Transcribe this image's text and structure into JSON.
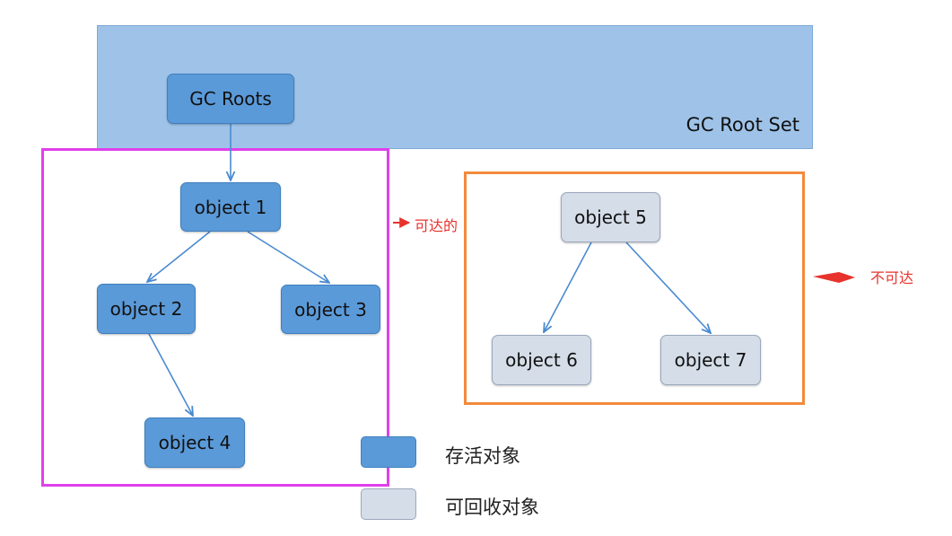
{
  "root_set": {
    "label": "GC Root Set"
  },
  "nodes": {
    "gc_roots": "GC Roots",
    "object1": "object 1",
    "object2": "object 2",
    "object3": "object 3",
    "object4": "object 4",
    "object5": "object 5",
    "object6": "object 6",
    "object7": "object 7"
  },
  "annotations": {
    "reachable": "可达的",
    "unreachable": "不可达"
  },
  "legend": {
    "live": "存活对象",
    "collectable": "可回收对象"
  },
  "colors": {
    "live_fill": "#5b9ad9",
    "collectable_fill": "#d5dde8",
    "root_set_fill": "#9fc3e8",
    "reachable_frame": "#e040ea",
    "unreachable_frame": "#f28a3c",
    "annotation": "#e8322c"
  }
}
